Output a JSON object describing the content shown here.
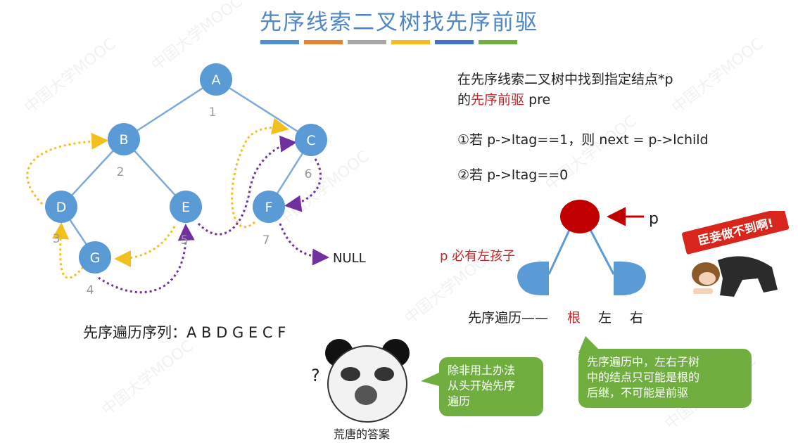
{
  "title": "先序线索二叉树找先序前驱",
  "title_stripes": [
    "#4f8fd0",
    "#e58332",
    "#a7a7a7",
    "#f3bf1d",
    "#4472c4",
    "#6fae3f"
  ],
  "tree": {
    "nodes": [
      {
        "label": "A",
        "order": "1"
      },
      {
        "label": "B",
        "order": "2"
      },
      {
        "label": "C",
        "order": "6"
      },
      {
        "label": "D",
        "order": "3"
      },
      {
        "label": "E",
        "order": "5"
      },
      {
        "label": "F",
        "order": "7"
      },
      {
        "label": "G",
        "order": "4"
      }
    ],
    "null_label": "NULL",
    "colors": {
      "node": "#5b9bd5",
      "edge": "#7fa9d8",
      "thread_yellow": "#f3bf1d",
      "thread_purple": "#7030a0"
    }
  },
  "sequence": "先序遍历序列：A B D G E C F",
  "description": {
    "line1": "在先序线索二叉树中找到指定结点*p",
    "line2_prefix": "的",
    "line2_red": "先序前驱",
    "line2_suffix": " pre",
    "case1": "①若 p->ltag==1，则 next = p->lchild",
    "case2": "②若 p->ltag==0"
  },
  "right_diagram": {
    "p_label": "p",
    "left_child_note": "p 必有左孩子",
    "traversal_prefix": "先序遍历——",
    "root": "根",
    "left": "左",
    "right": "右",
    "colors": {
      "root": "#c00000",
      "child": "#5b9bd5"
    }
  },
  "callout_left": "除非用土办法\n从头开始先序\n遍历",
  "callout_right": "先序遍历中，左右子树\n中的结点只可能是根的\n后继，不可能是前驱",
  "meme_caption": "荒唐的答案",
  "meme_question": "?",
  "sticker_text": "臣妾做不到啊!",
  "watermark": "中国大学MOOC"
}
